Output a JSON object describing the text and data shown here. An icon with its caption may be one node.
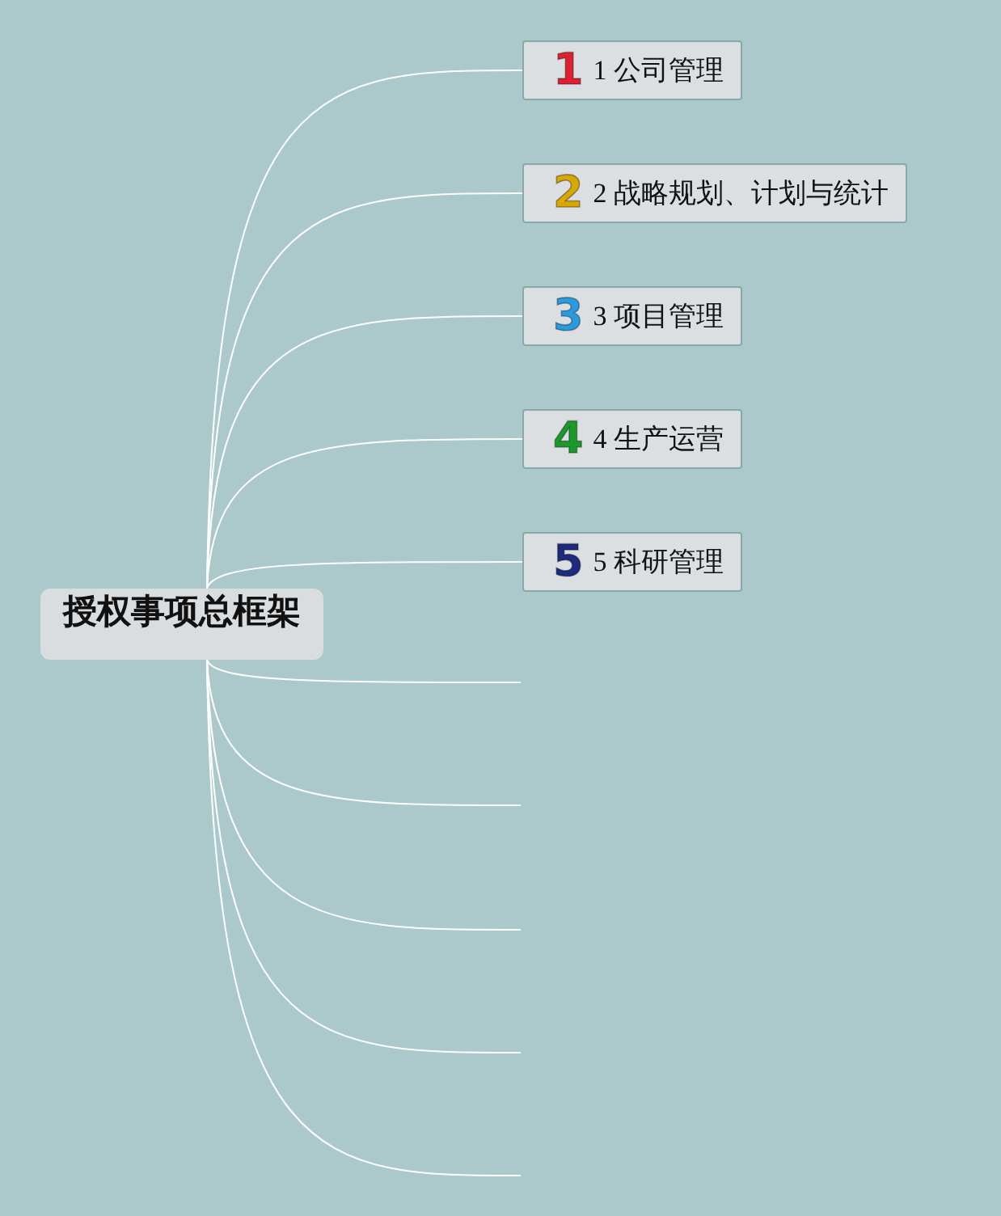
{
  "diagram": {
    "nodes": [
      {
        "text": [
          "授权事项总框架"
        ]
      },
      {
        "text": [
          "1",
          "1 公司管理"
        ]
      },
      {
        "text": [
          "2",
          "2 战略规划、计划与统计"
        ]
      },
      {
        "text": [
          "3",
          "3 项目管理"
        ]
      },
      {
        "text": [
          "4",
          "4 生产运营"
        ]
      },
      {
        "text": [
          "5",
          "5 科研管理"
        ]
      }
    ],
    "edges": [
      {
        "from": 0,
        "to": 1,
        "arrow": "none"
      },
      {
        "from": 0,
        "to": 2,
        "arrow": "none"
      },
      {
        "from": 0,
        "to": 3,
        "arrow": "none"
      },
      {
        "from": 0,
        "to": 4,
        "arrow": "none"
      },
      {
        "from": 0,
        "to": 5,
        "arrow": "none"
      },
      {
        "from": 0,
        "to": null,
        "arrow": "none"
      },
      {
        "from": 0,
        "to": null,
        "arrow": "none"
      },
      {
        "from": 0,
        "to": null,
        "arrow": "none"
      },
      {
        "from": 0,
        "to": null,
        "arrow": "none"
      },
      {
        "from": 0,
        "to": null,
        "arrow": "none"
      }
    ]
  }
}
